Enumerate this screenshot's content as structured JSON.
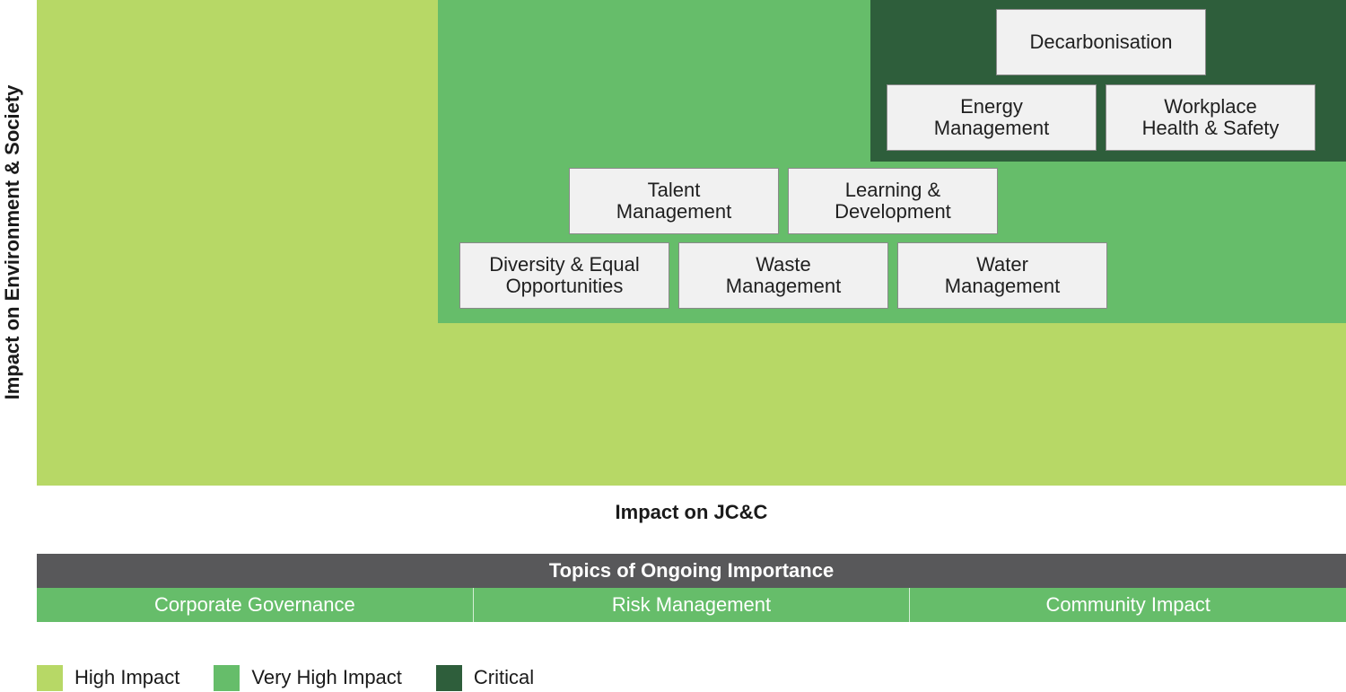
{
  "colors": {
    "high": "#b7d866",
    "very_high": "#66bd6a",
    "critical": "#2e5e3b",
    "header_bar": "#58585a"
  },
  "axes": {
    "y_label": "Impact on Environment & Society",
    "x_label": "Impact on JC&C"
  },
  "topics": [
    {
      "label": "Decarbonisation",
      "zone": "critical"
    },
    {
      "label": "Energy\nManagement",
      "zone": "critical"
    },
    {
      "label": "Workplace\nHealth & Safety",
      "zone": "critical"
    },
    {
      "label": "Talent\nManagement",
      "zone": "very_high"
    },
    {
      "label": "Learning &\nDevelopment",
      "zone": "very_high"
    },
    {
      "label": "Diversity & Equal\nOpportunities",
      "zone": "very_high"
    },
    {
      "label": "Waste\nManagement",
      "zone": "very_high"
    },
    {
      "label": "Water\nManagement",
      "zone": "very_high"
    }
  ],
  "ongoing": {
    "title": "Topics of Ongoing Importance",
    "items": [
      "Corporate Governance",
      "Risk Management",
      "Community Impact"
    ]
  },
  "legend": [
    {
      "label": "High Impact",
      "color": "#b7d866"
    },
    {
      "label": "Very High Impact",
      "color": "#66bd6a"
    },
    {
      "label": "Critical",
      "color": "#2e5e3b"
    }
  ]
}
